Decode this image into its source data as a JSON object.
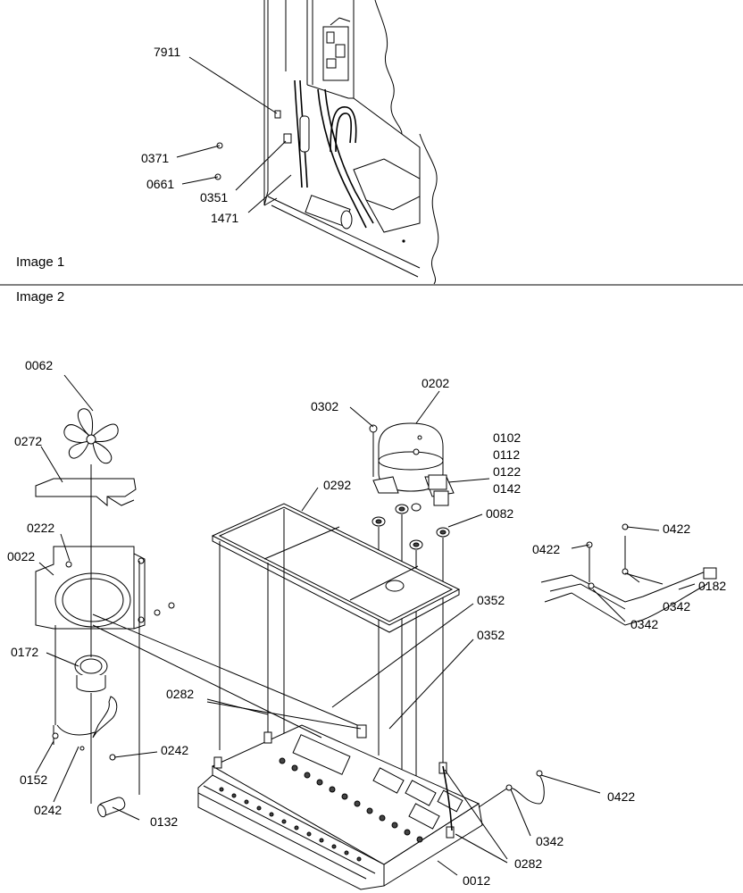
{
  "figure": {
    "image1_caption": "Image 1",
    "image2_caption": "Image 2"
  },
  "image1_labels": {
    "p7911": "7911",
    "p0371": "0371",
    "p0661": "0661",
    "p0351": "0351",
    "p1471": "1471"
  },
  "image2_labels": {
    "p0062": "0062",
    "p0272": "0272",
    "p0222": "0222",
    "p0022": "0022",
    "p0172": "0172",
    "p0152": "0152",
    "p0242a": "0242",
    "p0242b": "0242",
    "p0132": "0132",
    "p0302": "0302",
    "p0202": "0202",
    "p0102": "0102",
    "p0112": "0112",
    "p0122": "0122",
    "p0142": "0142",
    "p0082": "0082",
    "p0292": "0292",
    "p0352a": "0352",
    "p0352b": "0352",
    "p0282a": "0282",
    "p0282b": "0282",
    "p0012": "0012",
    "p0422a": "0422",
    "p0422b": "0422",
    "p0422c": "0422",
    "p0182": "0182",
    "p0342a": "0342",
    "p0342b": "0342",
    "p0342c": "0342"
  }
}
